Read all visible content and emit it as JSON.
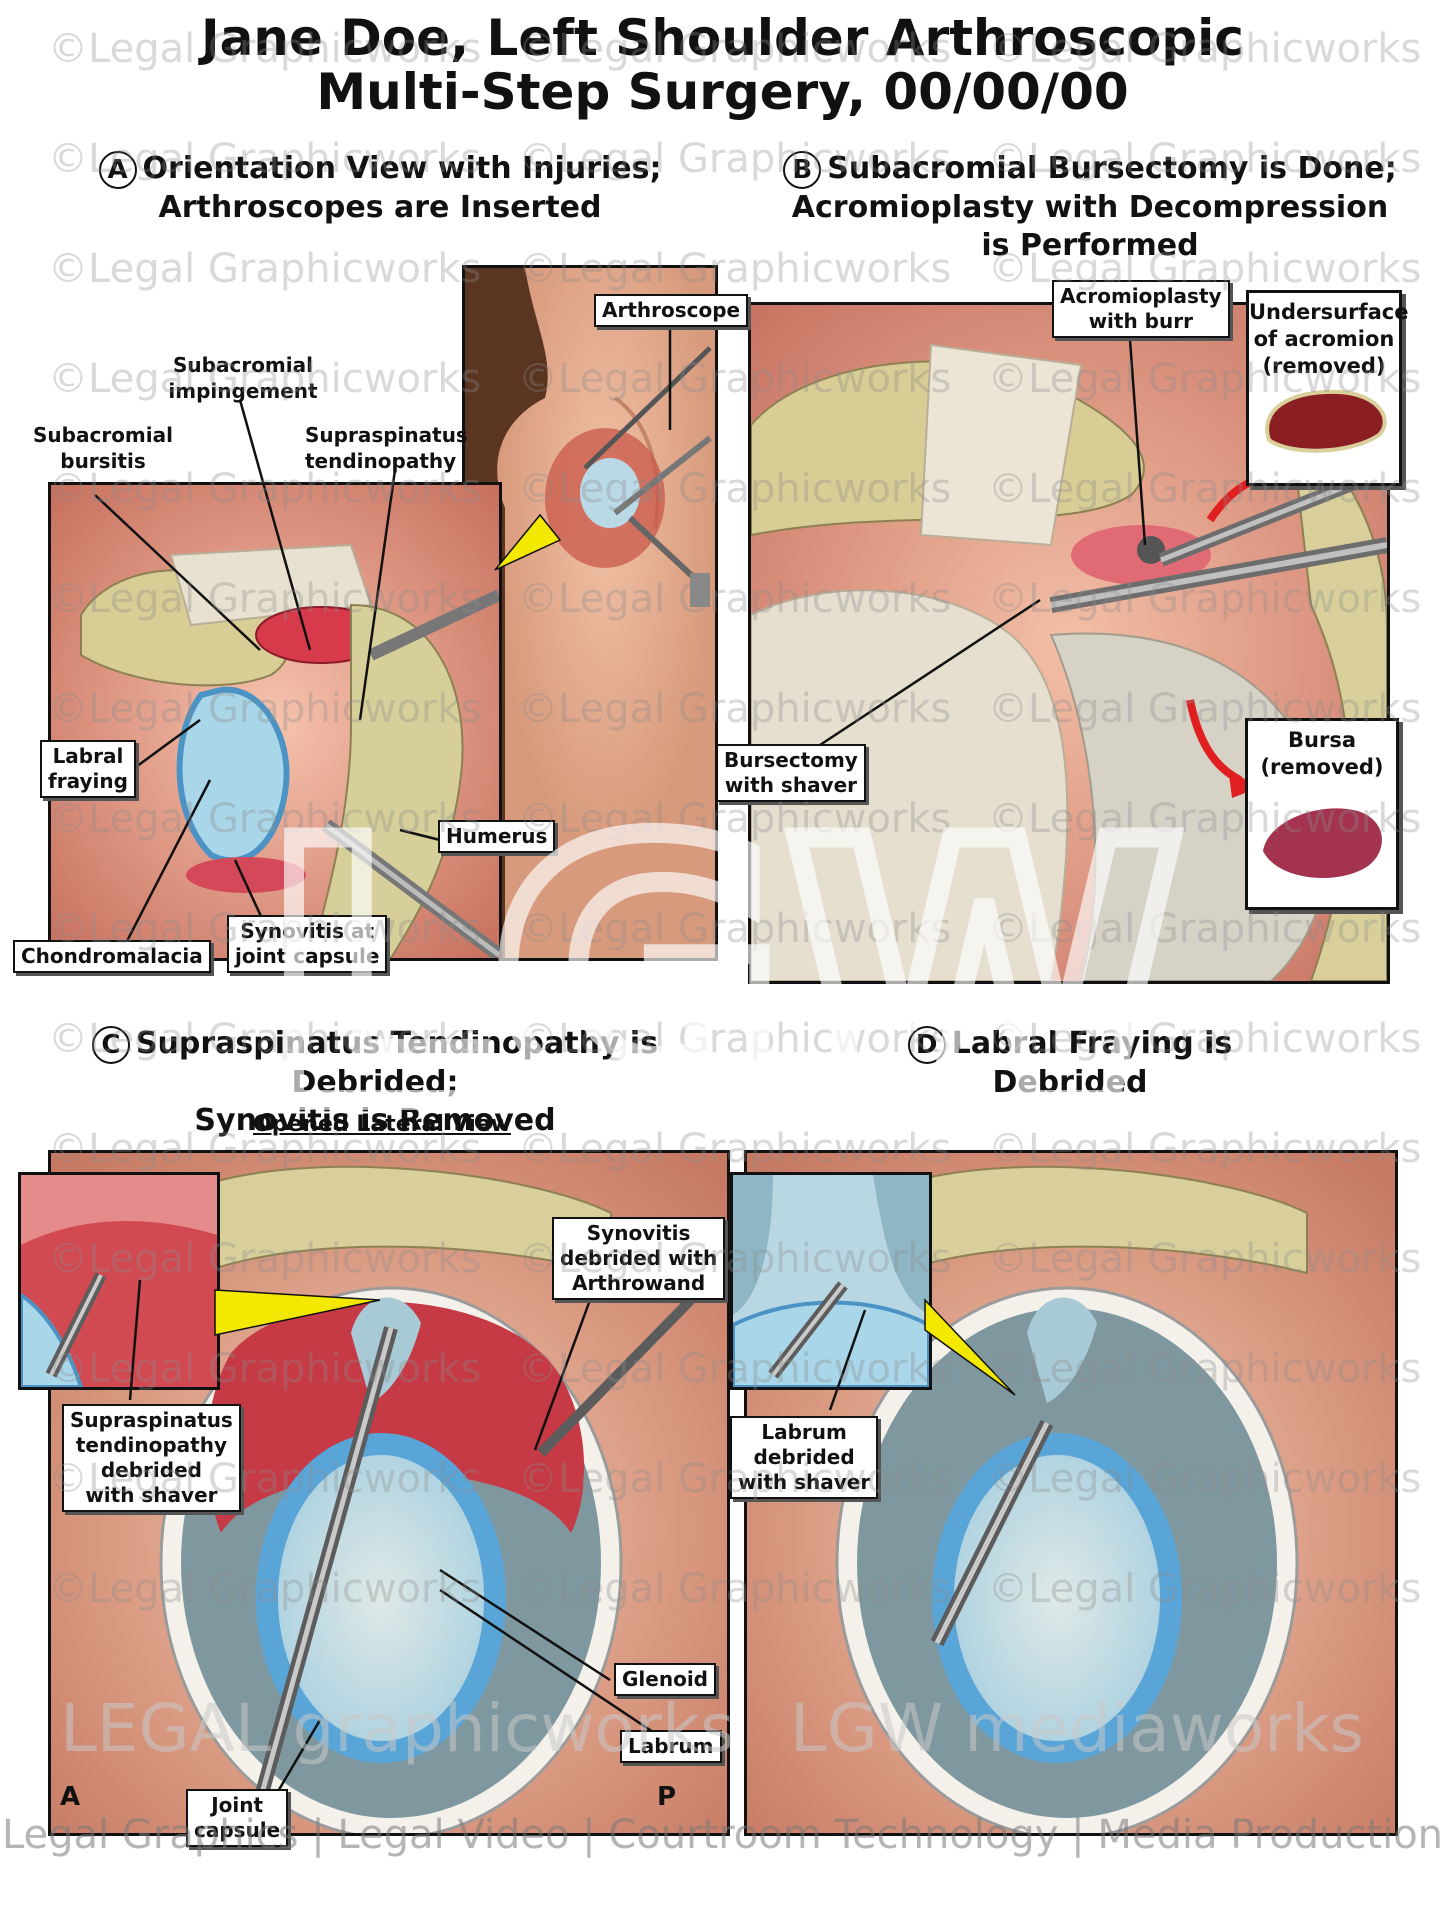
{
  "title": {
    "line1": "Jane Doe, Left Shoulder Arthroscopic",
    "line2": "Multi-Step Surgery, 00/00/00"
  },
  "sections": {
    "a": {
      "badge": "A",
      "heading": "Orientation View with Injuries;\nArthroscopes are Inserted"
    },
    "b": {
      "badge": "B",
      "heading": "Subacromial Bursectomy is Done;\nAcromioplasty with Decompression\nis Performed"
    },
    "c": {
      "badge": "C",
      "heading": "Supraspinatus Tendinopathy is Debrided;\nSynovitis is Removed",
      "subheading": "Opened Lateral View"
    },
    "d": {
      "badge": "D",
      "heading": "Labral Fraying is Debrided"
    }
  },
  "labels_a": {
    "arthroscope": "Arthroscope",
    "subacromial_impingement": "Subacromial\nimpingement",
    "subacromial_bursitis": "Subacromial\nbursitis",
    "supraspinatus_tendinopathy": "Supraspinatus\ntendinopathy",
    "labral_fraying": "Labral\nfraying",
    "humerus": "Humerus",
    "chondromalacia": "Chondromalacia",
    "synovitis_capsule": "Synovitis at\njoint capsule"
  },
  "labels_b": {
    "acromioplasty": "Acromioplasty\nwith burr",
    "undersurface": "Undersurface\nof acromion\n(removed)",
    "bursectomy": "Bursectomy\nwith shaver",
    "bursa": "Bursa\n(removed)"
  },
  "labels_c": {
    "synovitis_debrided": "Synovitis\ndebrided with\nArthrowand",
    "tendinopathy_debrided": "Supraspinatus\ntendinopathy\ndebrided\nwith shaver",
    "glenoid": "Glenoid",
    "labrum": "Labrum",
    "joint_capsule": "Joint\ncapsule",
    "anterior": "A",
    "posterior": "P"
  },
  "labels_d": {
    "labrum_debrided": "Labrum\ndebrided\nwith shaver"
  },
  "watermark": {
    "text": "©Legal Graphicworks",
    "center_logo": "LGW",
    "brand_left": "LEGAL graphicworks",
    "brand_right": "LGW mediaworks",
    "footer": "Legal Graphics | Legal Video | Courtroom Technology | Media Production"
  },
  "colors": {
    "bone": "#d9cf9a",
    "tendon": "#e8e0cf",
    "inflamed": "#d4344a",
    "cartilage": "#a9d6e8",
    "labrum": "#5aa5d8",
    "capsule_gray": "#7f979e",
    "skin": "#e9a88d",
    "muscle_bg": "#c97867"
  }
}
